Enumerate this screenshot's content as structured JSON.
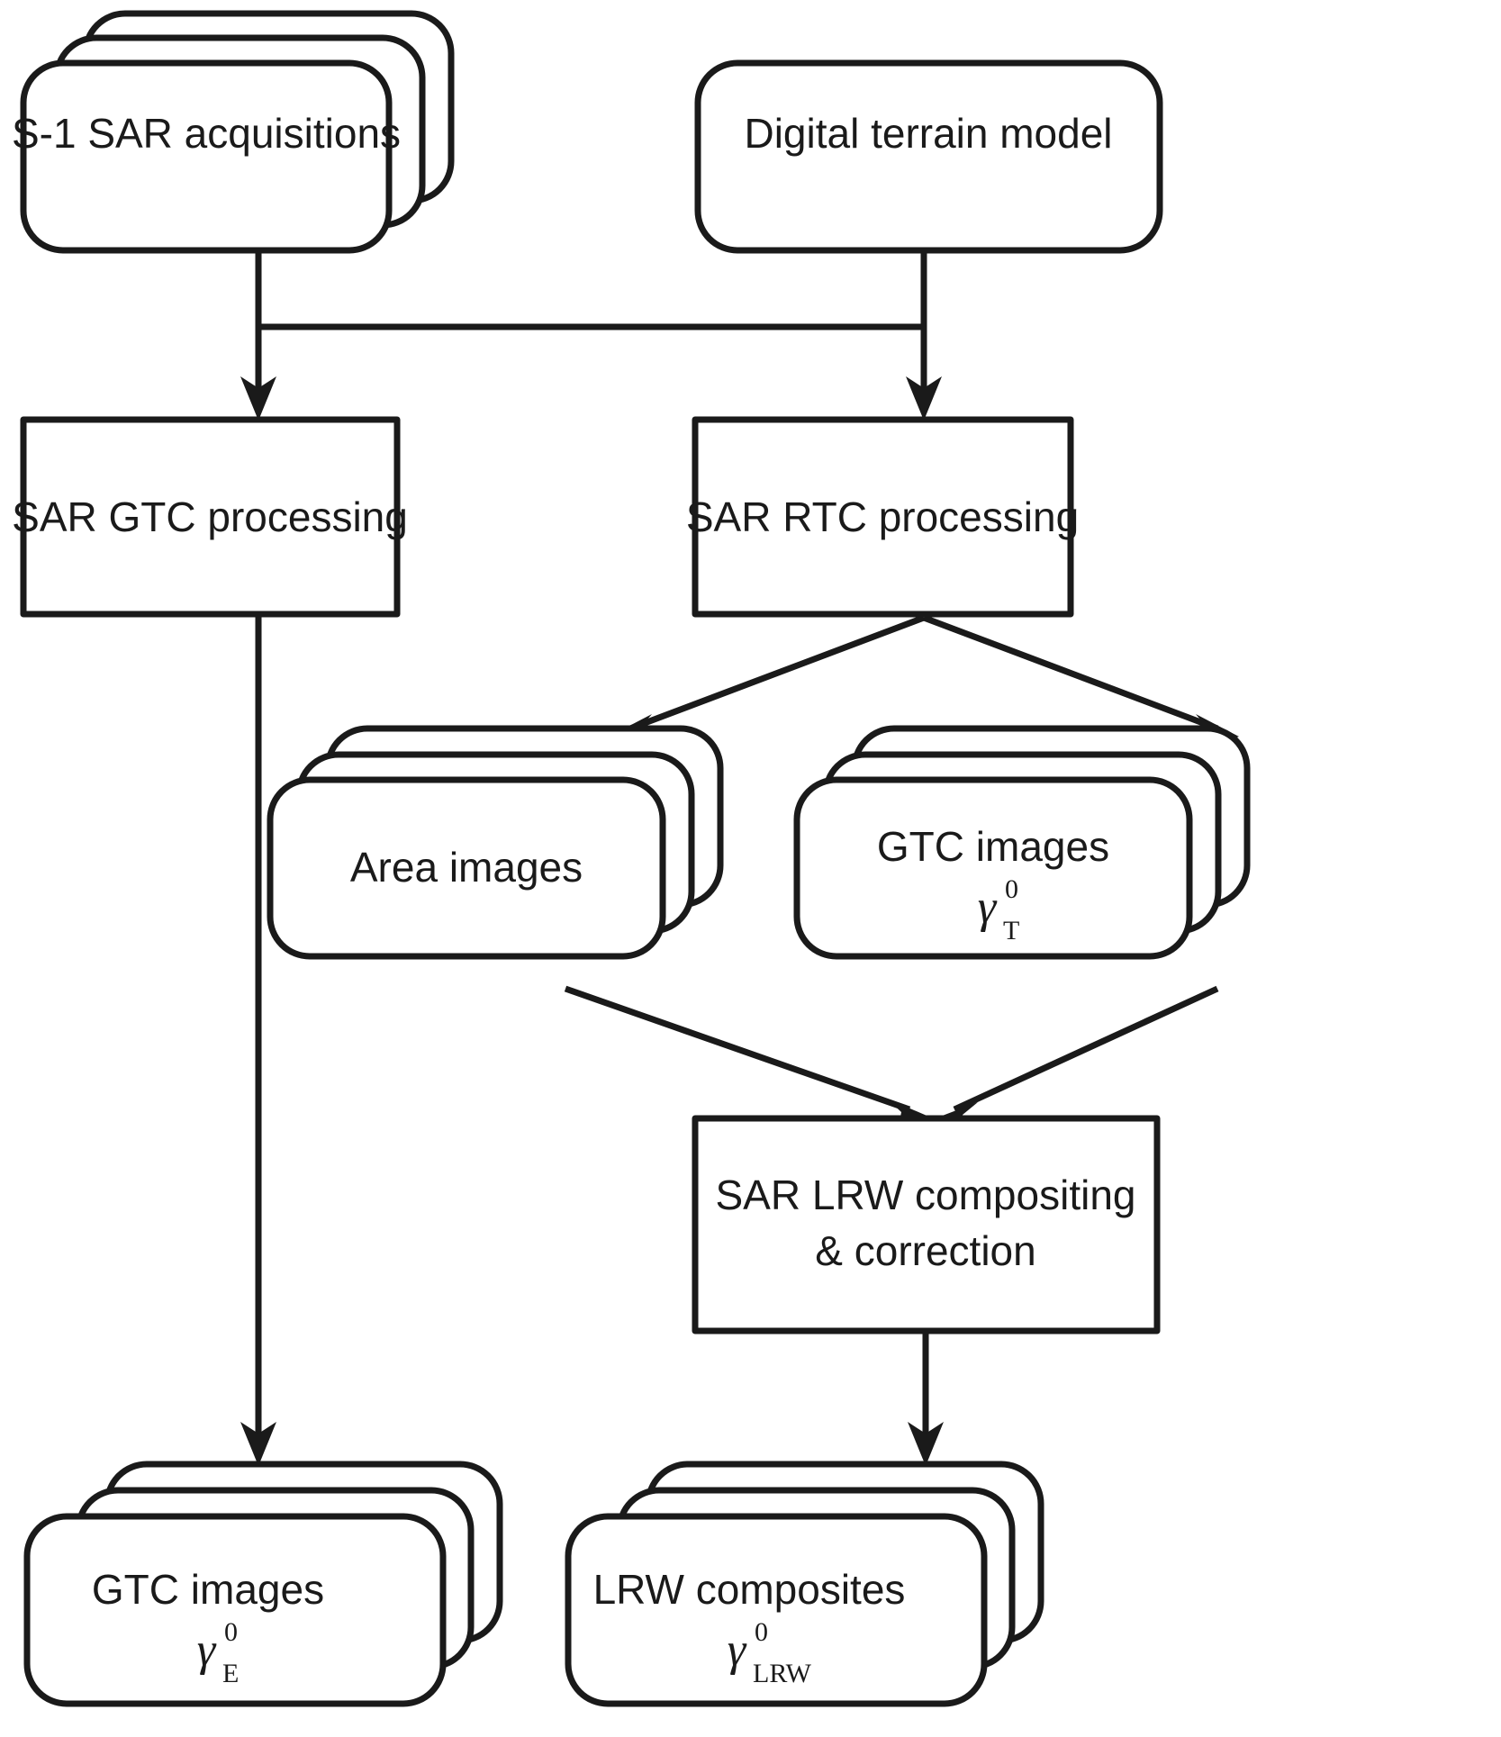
{
  "diagram": {
    "title": "SAR GTC / RTC / LRW processing workflow",
    "type": "flowchart",
    "background_color": "#ffffff",
    "line_color": "#1a1a1a",
    "nodes": [
      {
        "id": "s1-sar-acquisitions",
        "label": "S-1 SAR acquisitions",
        "shape": "stacked-rounded-card",
        "stack_count": 3
      },
      {
        "id": "digital-terrain-model",
        "label": "Digital terrain model",
        "shape": "rounded-card",
        "stack_count": 1
      },
      {
        "id": "sar-gtc-processing",
        "label": "SAR GTC processing",
        "shape": "rectangle",
        "stack_count": 1
      },
      {
        "id": "sar-rtc-processing",
        "label": "SAR RTC processing",
        "shape": "rectangle",
        "stack_count": 1
      },
      {
        "id": "area-images",
        "label": "Area images",
        "shape": "stacked-rounded-card",
        "stack_count": 3
      },
      {
        "id": "gtc-images-t",
        "label": "GTC images",
        "symbol_base": "γ",
        "symbol_sup": "0",
        "symbol_sub": "T",
        "shape": "stacked-rounded-card",
        "stack_count": 3
      },
      {
        "id": "sar-lrw-compositing",
        "label_line1": "SAR LRW compositing",
        "label_line2": "& correction",
        "shape": "rectangle",
        "stack_count": 1
      },
      {
        "id": "gtc-images-e",
        "label": "GTC images",
        "symbol_base": "γ",
        "symbol_sup": "0",
        "symbol_sub": "E",
        "shape": "stacked-rounded-card",
        "stack_count": 3
      },
      {
        "id": "lrw-composites",
        "label": "LRW composites",
        "symbol_base": "γ",
        "symbol_sup": "0",
        "symbol_sub": "LRW",
        "shape": "stacked-rounded-card",
        "stack_count": 3
      }
    ],
    "edges": [
      {
        "from": "s1-sar-acquisitions",
        "to": "sar-gtc-processing",
        "style": "arrow"
      },
      {
        "from": "s1-sar-acquisitions",
        "to": "sar-rtc-processing",
        "style": "arrow"
      },
      {
        "from": "digital-terrain-model",
        "to": "sar-rtc-processing",
        "style": "arrow"
      },
      {
        "from": "sar-gtc-processing",
        "to": "gtc-images-e",
        "style": "arrow"
      },
      {
        "from": "sar-rtc-processing",
        "to": "area-images",
        "style": "arrow"
      },
      {
        "from": "sar-rtc-processing",
        "to": "gtc-images-t",
        "style": "arrow"
      },
      {
        "from": "area-images",
        "to": "sar-lrw-compositing",
        "style": "arrow"
      },
      {
        "from": "gtc-images-t",
        "to": "sar-lrw-compositing",
        "style": "arrow"
      },
      {
        "from": "sar-lrw-compositing",
        "to": "lrw-composites",
        "style": "arrow"
      }
    ]
  }
}
